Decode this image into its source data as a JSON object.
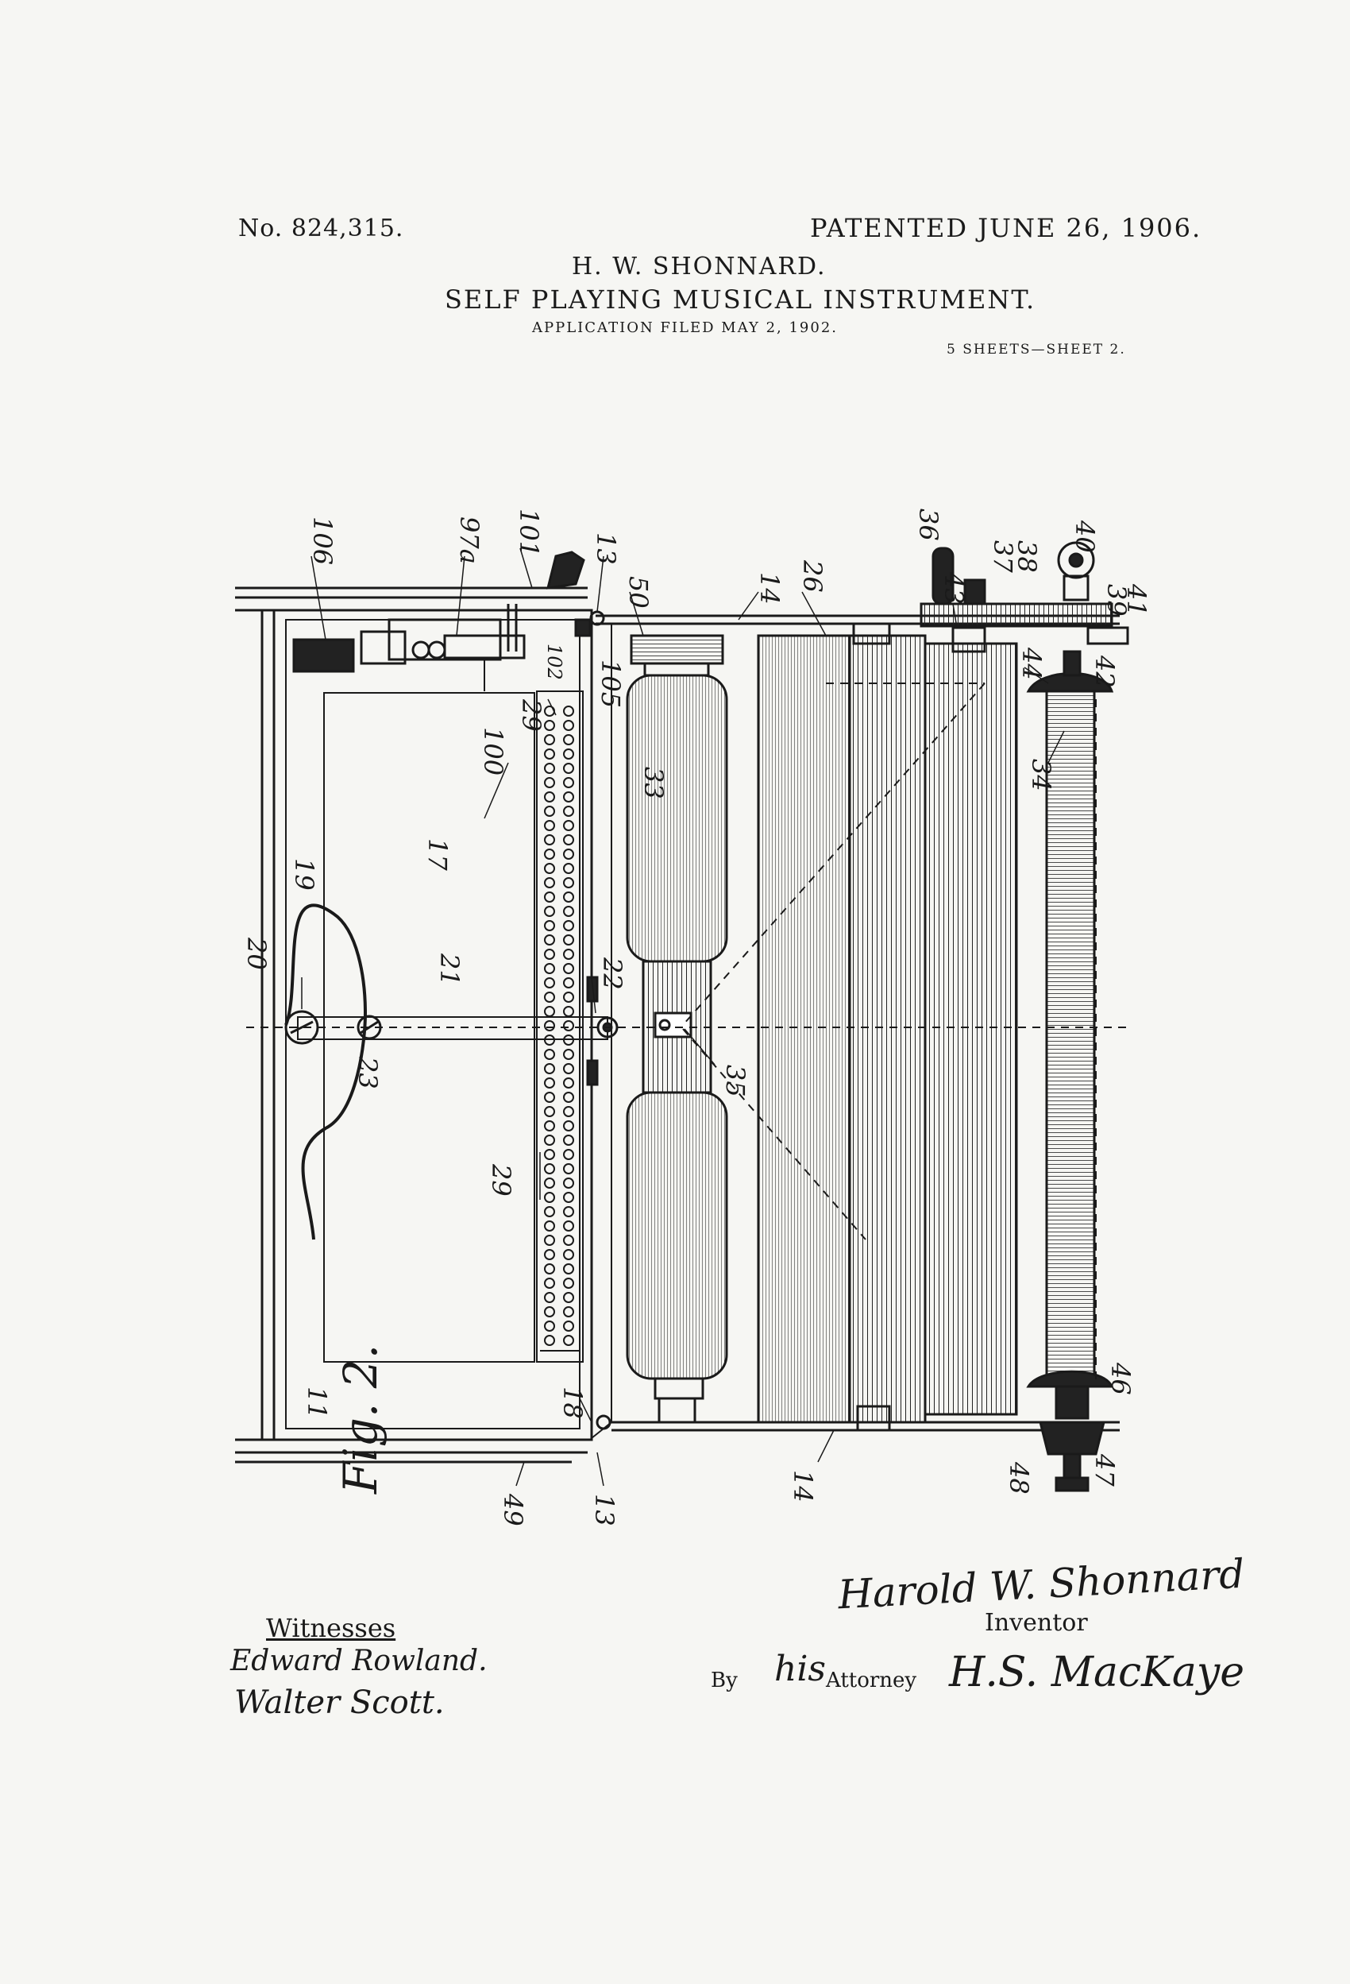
{
  "header": {
    "patent_number": "No. 824,315.",
    "patented_date": "PATENTED JUNE 26, 1906.",
    "inventor": "H. W. SHONNARD.",
    "title": "SELF PLAYING MUSICAL INSTRUMENT.",
    "application": "APPLICATION FILED MAY 2, 1902.",
    "sheets": "5 SHEETS—SHEET 2."
  },
  "figure": {
    "label": "Fig. 2.",
    "ref_numerals": {
      "n106": "106",
      "n97a": "97a",
      "n101": "101",
      "n13a": "13",
      "n50": "50",
      "n14a": "14",
      "n26": "26",
      "n36": "36",
      "n43": "43",
      "n37": "37",
      "n38": "38",
      "n40": "40",
      "n39": "39",
      "n41": "41",
      "n44": "44",
      "n42": "42",
      "n102": "102",
      "n105": "105",
      "n100": "100",
      "n29a": "29",
      "n33": "33",
      "n34": "34",
      "n17": "17",
      "n19": "19",
      "n20": "20",
      "n21": "21",
      "n22": "22",
      "n23": "23",
      "n35": "35",
      "n29b": "29",
      "n11": "11",
      "n18": "18",
      "n46": "46",
      "n49": "49",
      "n13b": "13",
      "n14b": "14",
      "n48": "48",
      "n47": "47"
    }
  },
  "signatures": {
    "inventor_signature": "Harold W. Shonnard",
    "inventor_label": "Inventor",
    "by_label": "By",
    "his_label": "his",
    "attorney_label": "Attorney",
    "attorney_signature": "H.S. MacKaye",
    "witnesses_label": "Witnesses",
    "witness_1": "Edward Rowland.",
    "witness_2": "Walter Scott."
  }
}
